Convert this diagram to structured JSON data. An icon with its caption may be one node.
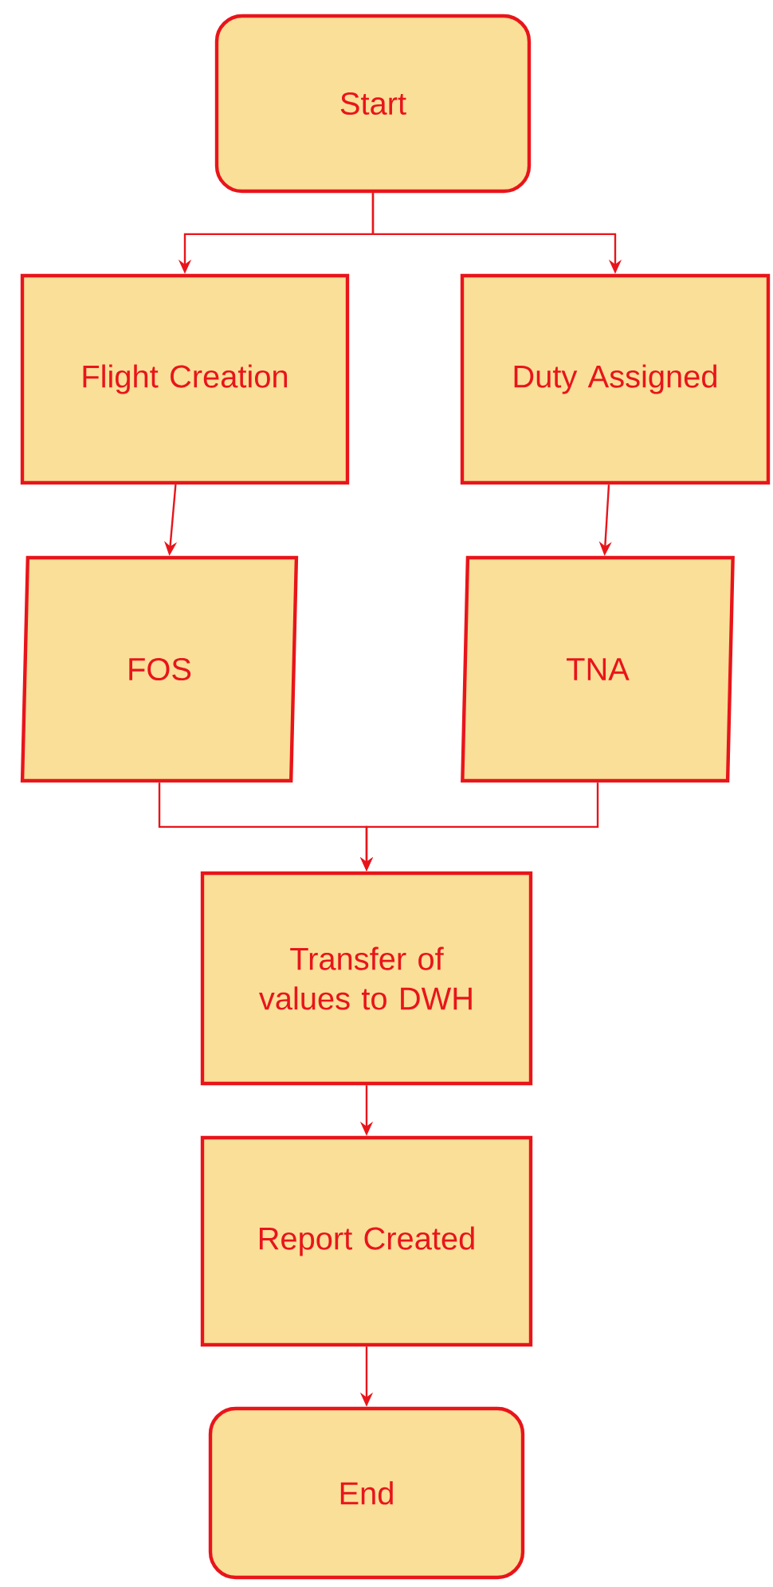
{
  "diagram": {
    "nodes": [
      {
        "text": [
          "Start"
        ]
      },
      {
        "text": [
          "Flight Creation"
        ]
      },
      {
        "text": [
          "Duty Assigned"
        ]
      },
      {
        "text": [
          "FOS"
        ]
      },
      {
        "text": [
          "TNA"
        ]
      },
      {
        "text": [
          "Transfer of values to DWH"
        ]
      },
      {
        "text": [
          "Report Created"
        ]
      },
      {
        "text": [
          "End"
        ]
      }
    ],
    "edges": [
      {
        "from": 0,
        "to": 1,
        "arrow": "to"
      },
      {
        "from": 0,
        "to": 2,
        "arrow": "to"
      },
      {
        "from": 1,
        "to": 3,
        "arrow": "to"
      },
      {
        "from": 2,
        "to": 4,
        "arrow": "to"
      },
      {
        "from": 3,
        "to": 5,
        "arrow": "to"
      },
      {
        "from": 4,
        "to": 5,
        "arrow": "to"
      },
      {
        "from": 5,
        "to": 6,
        "arrow": "to"
      },
      {
        "from": 6,
        "to": 7,
        "arrow": "to"
      }
    ]
  }
}
